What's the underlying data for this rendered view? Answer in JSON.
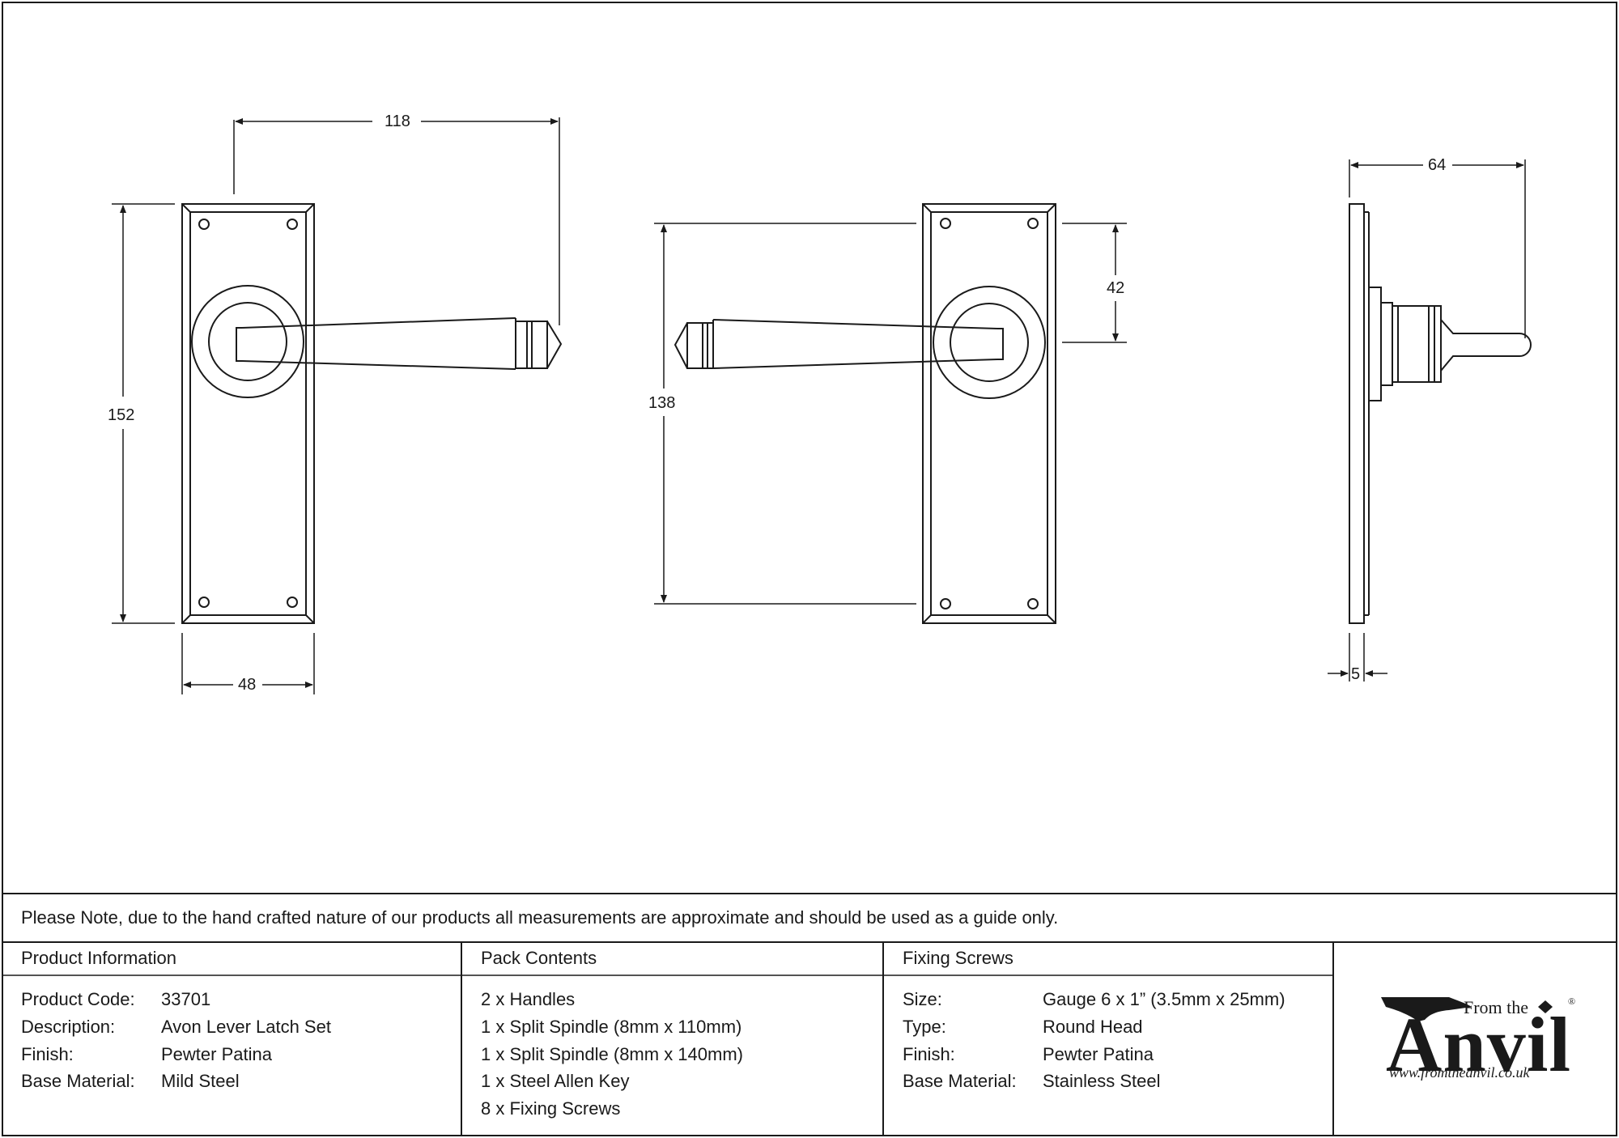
{
  "dimensions": {
    "front_width_lever": "118",
    "front_height": "152",
    "front_plate_width": "48",
    "back_height_fixing": "138",
    "back_lever_center": "42",
    "side_projection": "64",
    "side_thickness": "5"
  },
  "note": "Please Note, due to the hand crafted nature of our products all measurements are approximate and should be used as a guide only.",
  "product_info": {
    "header": "Product Information",
    "rows": [
      {
        "label": "Product Code:",
        "value": "33701"
      },
      {
        "label": "Description:",
        "value": "Avon Lever Latch Set"
      },
      {
        "label": "Finish:",
        "value": "Pewter Patina"
      },
      {
        "label": "Base Material:",
        "value": "Mild Steel"
      }
    ]
  },
  "pack_contents": {
    "header": "Pack Contents",
    "items": [
      "2 x Handles",
      "1 x Split Spindle (8mm x 110mm)",
      "1 x Split Spindle (8mm x 140mm)",
      "1 x Steel Allen Key",
      "8 x Fixing Screws"
    ]
  },
  "fixing_screws": {
    "header": "Fixing Screws",
    "rows": [
      {
        "label": "Size:",
        "value": "Gauge 6 x 1” (3.5mm x 25mm)"
      },
      {
        "label": "Type:",
        "value": "Round Head"
      },
      {
        "label": "Finish:",
        "value": "Pewter Patina"
      },
      {
        "label": "Base Material:",
        "value": "Stainless Steel"
      }
    ]
  },
  "logo": {
    "from_the": "From the",
    "anvil": "Anvil",
    "registered": "®",
    "url": "www.fromtheanvil.co.uk"
  }
}
